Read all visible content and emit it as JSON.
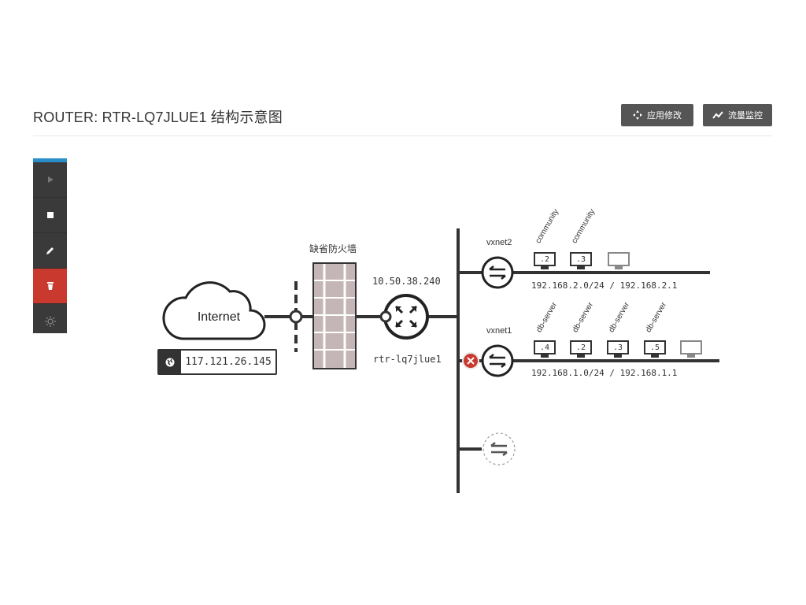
{
  "header": {
    "title": "ROUTER: RTR-LQ7JLUE1 结构示意图",
    "apply_label": "应用修改",
    "traffic_label": "流量监控"
  },
  "toolbar": {
    "items": [
      {
        "name": "play",
        "icon": "play-icon"
      },
      {
        "name": "stop",
        "icon": "stop-icon"
      },
      {
        "name": "edit",
        "icon": "pencil-icon"
      },
      {
        "name": "delete",
        "icon": "trash-icon"
      },
      {
        "name": "settings",
        "icon": "gear-icon"
      }
    ],
    "accent": "#2a8ec9",
    "danger": "#c9392e"
  },
  "diagram": {
    "internet_label": "Internet",
    "eip": "117.121.26.145",
    "firewall_label": "缺省防火墙",
    "router_ip": "10.50.38.240",
    "router_id": "rtr-lq7jlue1",
    "vxnet2": {
      "name": "vxnet2",
      "cidr": "192.168.2.0/24 / 192.168.2.1",
      "hosts": [
        {
          "id": ".2",
          "name": "community"
        },
        {
          "id": ".3",
          "name": "community"
        }
      ]
    },
    "vxnet1": {
      "name": "vxnet1",
      "cidr": "192.168.1.0/24 / 192.168.1.1",
      "hosts": [
        {
          "id": ".4",
          "name": "db-server"
        },
        {
          "id": ".2",
          "name": "db-server"
        },
        {
          "id": ".3",
          "name": "db-server"
        },
        {
          "id": ".5",
          "name": "db-server"
        }
      ]
    }
  }
}
